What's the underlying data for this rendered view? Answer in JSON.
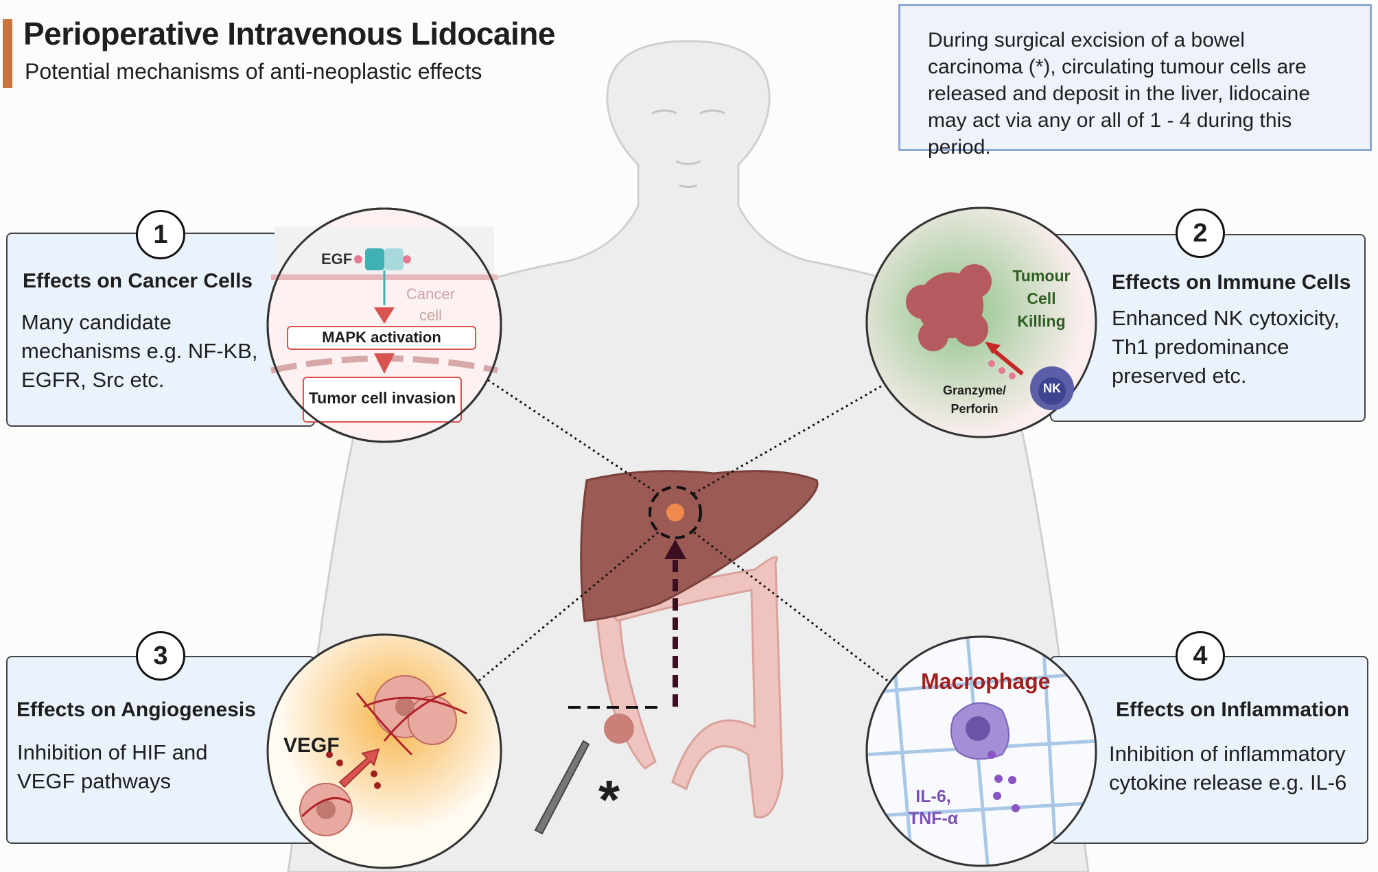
{
  "header": {
    "title": "Perioperative Intravenous Lidocaine",
    "subtitle": "Potential mechanisms of anti-neoplastic effects"
  },
  "info_box": {
    "text": "During surgical excision of a bowel carcinoma (*), circulating tumour cells are released and deposit in the liver, lidocaine may act via any or all of 1 - 4 during this period."
  },
  "panels": [
    {
      "number": "1",
      "heading": "Effects on Cancer Cells",
      "body": "Many candidate mechanisms e.g. NF-KB, EGFR, Src etc."
    },
    {
      "number": "2",
      "heading": "Effects on Immune Cells",
      "body": "Enhanced NK cytoxicity, Th1 predominance preserved etc."
    },
    {
      "number": "3",
      "heading": "Effects on Angiogenesis",
      "body": "Inhibition of HIF and VEGF pathways"
    },
    {
      "number": "4",
      "heading": "Effects on Inflammation",
      "body": "Inhibition of inflammatory cytokine release e.g. IL-6"
    }
  ],
  "circle1": {
    "egf": "EGF",
    "cancer_cell": "Cancer cell",
    "mapk": "MAPK  activation",
    "invasion": "Tumor cell invasion"
  },
  "circle2": {
    "killing": "Tumour Cell Killing",
    "granzyme": "Granzyme/ Perforin",
    "nk": "NK"
  },
  "circle3": {
    "vegf": "VEGF"
  },
  "circle4": {
    "macrophage": "Macrophage",
    "cytokines": "IL-6, TNF-α"
  },
  "body_figure": {
    "asterisk": "*"
  },
  "colors": {
    "accent": "#c8743a",
    "panel_fill": "#eaf2fb",
    "info_border": "#8da7d3",
    "liver": "#9c5a55",
    "colon": "#efc1bb",
    "macrophage_text": "#a01f1f",
    "killing_text": "#2f5e23",
    "cytokine_text": "#7b4fb5"
  }
}
